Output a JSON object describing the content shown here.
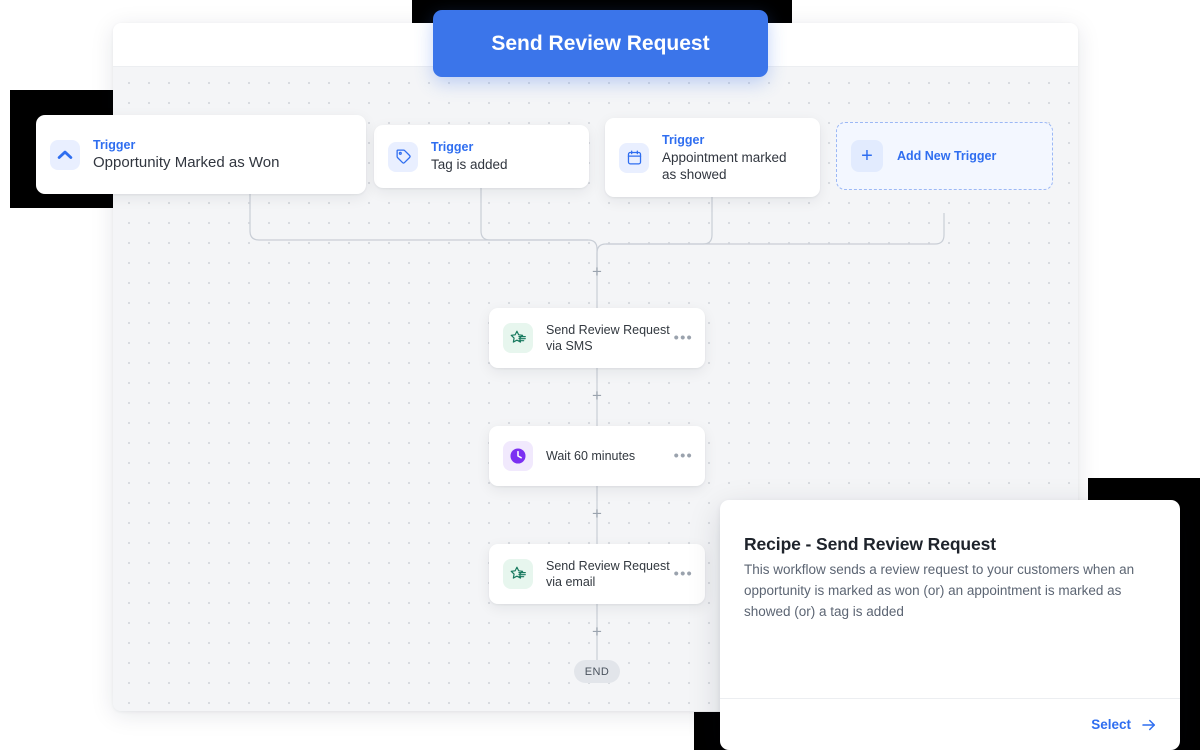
{
  "floating_button": {
    "label": "Send Review Request",
    "color": "#3b75ea"
  },
  "canvas": {
    "header_title": "",
    "triggers": [
      {
        "kind_label": "Trigger",
        "name": "Opportunity Marked as Won",
        "icon": "chevron-up-icon",
        "tint": "#e9efff",
        "accent": "#2f6ef0"
      },
      {
        "kind_label": "Trigger",
        "name": "Tag is added",
        "icon": "tag-icon",
        "tint": "#e9efff",
        "accent": "#2f6ef0"
      },
      {
        "kind_label": "Trigger",
        "name": "Appointment marked as showed",
        "icon": "calendar-icon",
        "tint": "#e9efff",
        "accent": "#2f6ef0"
      }
    ],
    "add_trigger": {
      "label": "Add New Trigger",
      "icon": "plus-icon"
    },
    "actions": [
      {
        "name": "Send Review Request via SMS",
        "icon": "review-star-icon",
        "tint": "#e7f6ee",
        "menu": "•••"
      },
      {
        "name": "Wait 60 minutes",
        "icon": "clock-icon",
        "tint": "#f1e9fd",
        "menu": "•••"
      },
      {
        "name": "Send Review Request via email",
        "icon": "review-star-icon",
        "tint": "#e7f6ee",
        "menu": "•••"
      }
    ],
    "plus_handles": [
      "+",
      "+",
      "+",
      "+"
    ],
    "end_label": "END"
  },
  "recipe_panel": {
    "title": "Recipe - Send Review Request",
    "description": "This workflow sends a review request to your customers when an opportunity is marked as won (or) an appointment is marked as showed (or) a tag is added",
    "select_label": "Select",
    "select_icon": "arrow-right-icon"
  }
}
